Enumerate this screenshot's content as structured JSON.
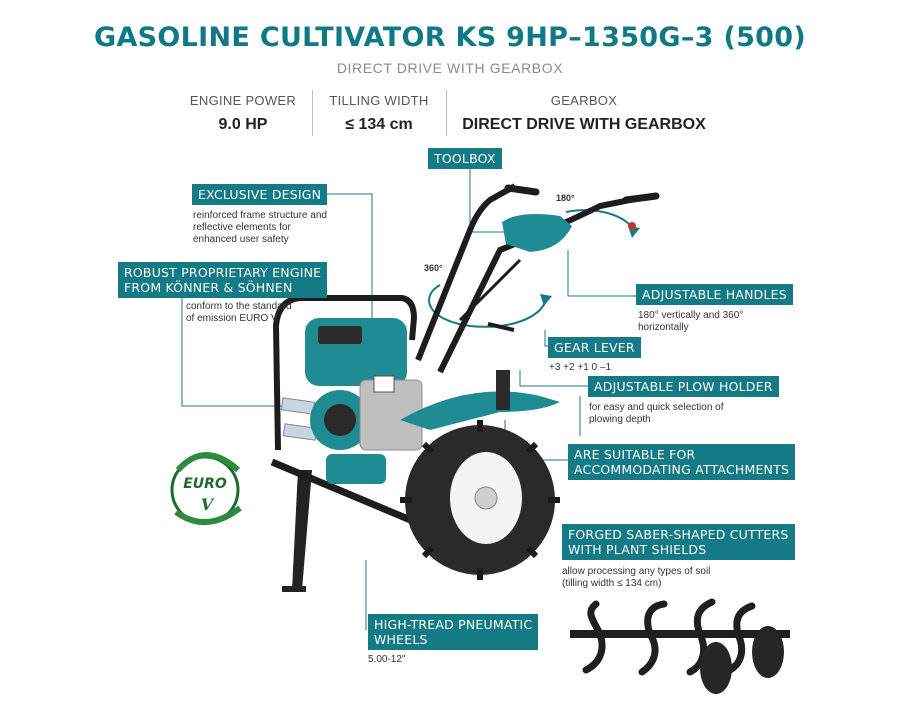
{
  "header": {
    "title": "GASOLINE CULTIVATOR KS 9HP–1350G–3 (500)",
    "subtitle": "DIRECT DRIVE WITH GEARBOX"
  },
  "specs": [
    {
      "label": "ENGINE POWER",
      "value": "9.0 HP"
    },
    {
      "label": "TILLING WIDTH",
      "value": "≤ 134 cm"
    },
    {
      "label": "GEARBOX",
      "value": "DIRECT DRIVE WITH GEARBOX"
    }
  ],
  "callouts": {
    "toolbox": {
      "label": "TOOLBOX"
    },
    "exclusive_design": {
      "label": "EXCLUSIVE DESIGN",
      "note": "reinforced frame structure and reflective elements for enhanced user safety"
    },
    "engine": {
      "label1": "ROBUST PROPRIETARY ENGINE",
      "label2": "FROM KÖNNER & SÖHNEN",
      "note": "conform to the standard of emission EURO V"
    },
    "handles": {
      "label": "ADJUSTABLE HANDLES",
      "note": "180° vertically and 360° horizontally"
    },
    "gear_lever": {
      "label": "GEAR LEVER",
      "note": "+3 +2 +1 0 –1"
    },
    "plow_holder": {
      "label": "ADJUSTABLE PLOW HOLDER",
      "note": "for easy and quick selection of plowing depth"
    },
    "attachments": {
      "label1": "ARE SUITABLE FOR",
      "label2": "ACCOMMODATING ATTACHMENTS"
    },
    "cutters": {
      "label1": "FORGED SABER-SHAPED CUTTERS",
      "label2": "WITH PLANT SHIELDS",
      "note1": "allow processing any types of soil",
      "note2": "(tilling width ≤ 134 cm)"
    },
    "wheels": {
      "label1": "HIGH-TREAD PNEUMATIC",
      "label2": "WHEELS",
      "note": "5.00-12\""
    }
  },
  "angles": {
    "a180": "180°",
    "a360": "360°"
  },
  "euro_badge": {
    "text": "EURO",
    "letter": "V"
  },
  "colors": {
    "accent": "#147a85",
    "body": "#1f8c94",
    "tire": "#2a2a2a",
    "rim": "#f4f4f4"
  }
}
